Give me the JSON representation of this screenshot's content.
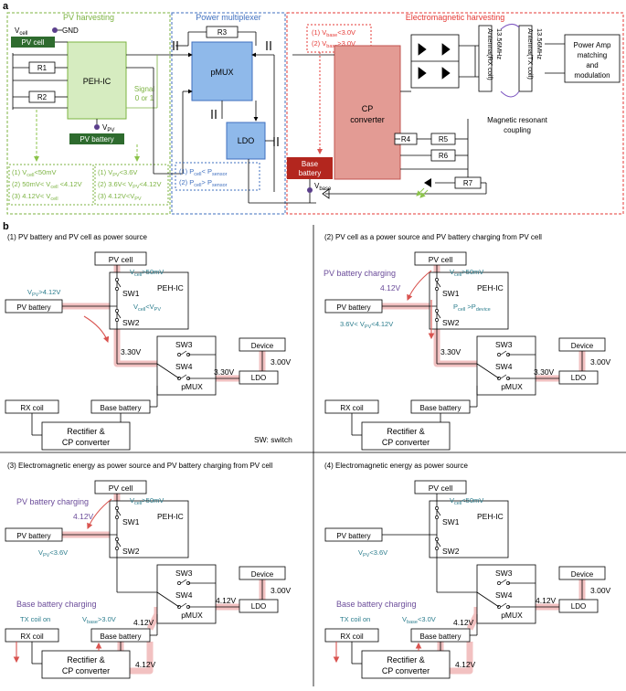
{
  "panel_a": {
    "label": "a",
    "pv_title": "PV harvesting",
    "pm_title": "Power multiplexer",
    "em_title": "Electromagnetic harvesting",
    "v_cell": "V",
    "v_cell_sub": "cell",
    "gnd": "GND",
    "pv_cell": "PV cell",
    "r1": "R1",
    "r2": "R2",
    "peh_ic": "PEH-IC",
    "v_pv": "V",
    "v_pv_sub": "PV",
    "pv_battery": "PV battery",
    "signal_1": "Signal",
    "signal_2": "0 or 1",
    "r3": "R3",
    "pmux": "pMUX",
    "ldo": "LDO",
    "cond_base_1": "(1) V",
    "cond_base_1_sub": "base",
    "cond_base_1_tail": "<3.0V",
    "cond_base_2": "(2) V",
    "cond_base_2_sub": "base",
    "cond_base_2_tail": ">3.0V",
    "cp_1": "CP",
    "cp_2": "converter",
    "ant_rx": "Antenna(RX coil)",
    "ant_rx_f": "13.56MHz",
    "ant_tx": "Antenna(TX coil)",
    "ant_tx_f": "13.56MHz",
    "pa_1": "Power Amp",
    "pa_2": "matching",
    "pa_3": "and",
    "pa_4": "modulation",
    "mag_1": "Magnetic resonant",
    "mag_2": "coupling",
    "r4": "R4",
    "r5": "R5",
    "r6": "R6",
    "r7": "R7",
    "base_1": "Base",
    "base_2": "battery",
    "v_base": "V",
    "v_base_sub": "base",
    "cell_c1": "(1) V",
    "cell_c1s": "cell",
    "cell_c1t": "<50mV",
    "cell_c2": "(2) 50mV< V",
    "cell_c2s": "cell",
    "cell_c2t": " <4.12V",
    "cell_c3": "(3) 4.12V< V",
    "cell_c3s": "cell",
    "pv_c1": "(1) V",
    "pv_c1s": "PV",
    "pv_c1t": "<3.6V",
    "pv_c2": "(2) 3.6V< V",
    "pv_c2s": "PV",
    "pv_c2t": "<4.12V",
    "pv_c3": "(3) 4.12V<V",
    "pv_c3s": "PV",
    "ps_1": "(1) P",
    "ps_1s": "cell",
    "ps_1t": "< P",
    "ps_1u": "sensor",
    "ps_2": "(2) P",
    "ps_2s": "cell",
    "ps_2t": "> P",
    "ps_2u": "sensor"
  },
  "panel_b": {
    "label": "b",
    "sw_note": "SW: switch",
    "common": {
      "pv_cell": "PV cell",
      "pv_battery": "PV battery",
      "sw1": "SW1",
      "sw2": "SW2",
      "sw3": "SW3",
      "sw4": "SW4",
      "peh_ic": "PEH-IC",
      "device": "Device",
      "ldo": "LDO",
      "pmux": "pMUX",
      "rx_coil": "RX coil",
      "base_battery": "Base battery",
      "rect_1": "Rectifier &",
      "rect_2": "CP converter"
    },
    "q1": {
      "title": "(1) PV battery and PV cell as power source",
      "vcell": "V",
      "vcell_s": "cell",
      "vcell_t": ">50mV",
      "vpv": "V",
      "vpv_s": "PV",
      "vpv_t": ">4.12V",
      "vcmp": "V",
      "vcmp_s": "cell",
      "vcmp_t": "<V",
      "vcmp_u": "PV",
      "v_out": "3.30V",
      "v_mid": "3.30V",
      "v_dev": "3.00V"
    },
    "q2": {
      "title": "(2) PV cell as a power source and PV battery charging from PV cell",
      "charging": "PV battery charging",
      "v412": "4.12V",
      "vcell": "V",
      "vcell_s": "cell",
      "vcell_t": ">50mV",
      "pcell": "P",
      "pcell_s": "cell",
      "pcell_t": " >P",
      "pcell_u": "device",
      "vrange": "3.6V< V",
      "vrange_s": "PV",
      "vrange_t": "<4.12V",
      "v_out": "3.30V",
      "v_mid": "3.30V",
      "v_dev": "3.00V"
    },
    "q3": {
      "title": "(3) Electromagnetic energy as power source and PV battery charging from PV cell",
      "charging": "PV battery charging",
      "v412": "4.12V",
      "vcell": "V",
      "vcell_s": "cell",
      "vcell_t": ">50mV",
      "vpv": "V",
      "vpv_s": "PV",
      "vpv_t": "<3.6V",
      "base_charging": "Base battery charging",
      "tx_on": "TX coil on",
      "vbase": "V",
      "vbase_s": "base",
      "vbase_t": ">3.0V",
      "v_a": "4.12V",
      "v_b": "4.12V",
      "v_c": "4.12V",
      "v_dev": "3.00V"
    },
    "q4": {
      "title": "(4)  Electromagnetic energy as power source",
      "vcell": "V",
      "vcell_s": "cell",
      "vcell_t": "<50mV",
      "vpv": "V",
      "vpv_s": "PV",
      "vpv_t": "<3.6V",
      "base_charging": "Base battery charging",
      "tx_on": "TX coil on",
      "vbase": "V",
      "vbase_s": "base",
      "vbase_t": "<3.0V",
      "v_a": "4.12V",
      "v_b": "4.12V",
      "v_c": "4.12V",
      "v_dev": "3.00V"
    }
  },
  "colors": {
    "green": "#7cb342",
    "blue": "#3f6fbf",
    "red": "#e53935",
    "peh_fill": "#d6ecc0",
    "pmux_fill": "#8fb9ea",
    "cp_fill": "#e39b94",
    "base_fill": "#b3261e",
    "pvbat_fill": "#2e6b2e",
    "path": "#f2c1c1",
    "teal": "#2a7c8c",
    "purple": "#6b4c9a"
  }
}
